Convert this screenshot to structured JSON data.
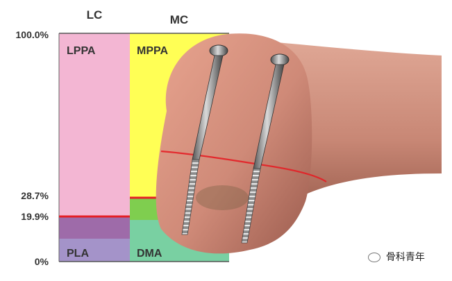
{
  "columns": {
    "left_header": "LC",
    "right_header": "MC"
  },
  "ticks": {
    "top": "100.0%",
    "high": "28.7%",
    "low": "19.9%",
    "bottom": "0%"
  },
  "regions": {
    "lppa": "LPPA",
    "mppa": "MPPA",
    "pla": "PLA",
    "dma": "DMA"
  },
  "colors": {
    "pink": "#f3b6d3",
    "purple": "#9e6ba9",
    "lavender": "#a493c9",
    "yellow": "#ffff55",
    "green": "#7fce4f",
    "teal": "#79d0a2",
    "red": "#e41e25"
  },
  "watermark": {
    "text": "骨科青年",
    "icon": "wechat-icon"
  }
}
